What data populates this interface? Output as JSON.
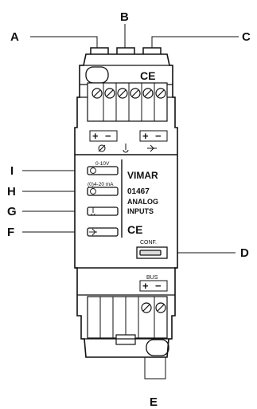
{
  "callouts": {
    "A": "A",
    "B": "B",
    "C": "C",
    "D": "D",
    "E": "E",
    "F": "F",
    "G": "G",
    "H": "H",
    "I": "I"
  },
  "device": {
    "brand": "VIMAR",
    "code": "01467",
    "desc_line1": "ANALOG",
    "desc_line2": "INPUTS",
    "ce_mark": "CE",
    "conf_label": "CONF.",
    "bus_label": "BUS",
    "plus": "+",
    "minus": "−",
    "input_0_10v": "0-10V",
    "input_4_20ma": "(0)4-20 mA"
  }
}
